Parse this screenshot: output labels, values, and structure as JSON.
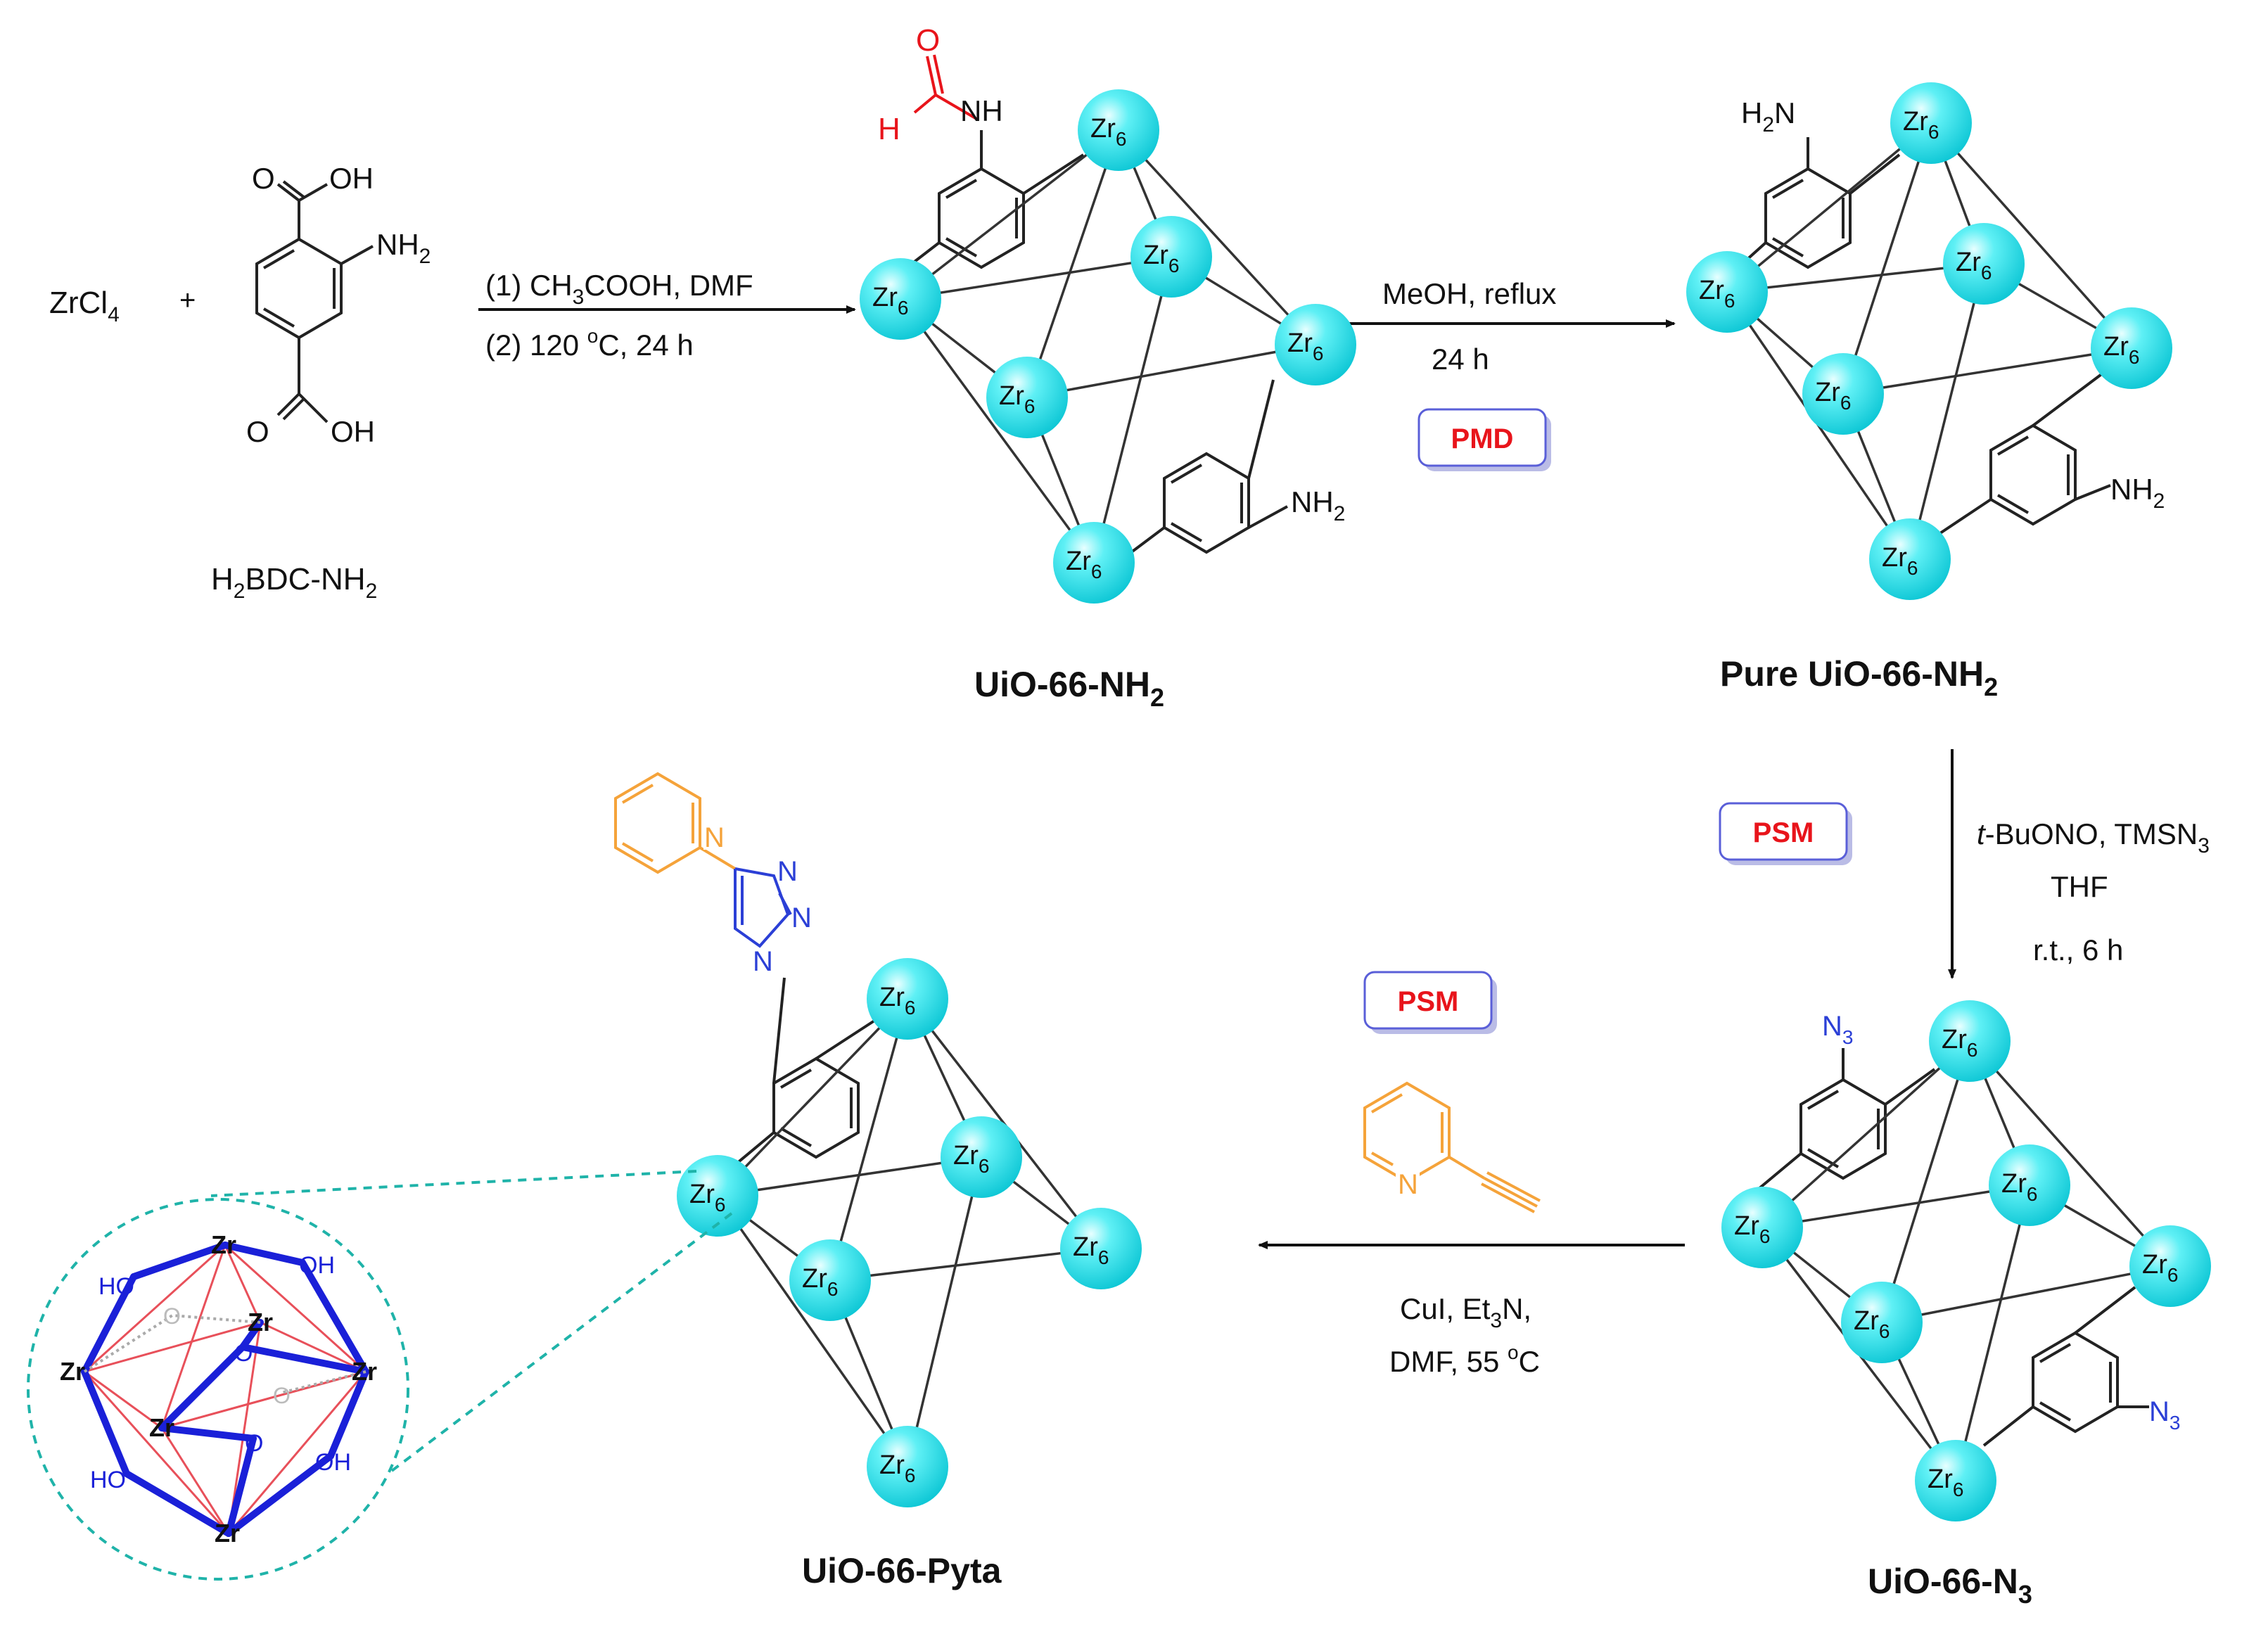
{
  "reactants": {
    "zrcl4": "ZrCl",
    "zrcl4_sub": "4",
    "plus": "+",
    "cooh_top": "O",
    "oh_top": "OH",
    "nh2": "NH",
    "nh2_sub": "2",
    "cooh_bottom": "O",
    "oh_bottom": "OH",
    "linker_name_a": "H",
    "linker_name_sub1": "2",
    "linker_name_b": "BDC-NH",
    "linker_name_sub2": "2"
  },
  "step1": {
    "line1_prefix": "(1)  CH",
    "line1_sub": "3",
    "line1_suffix": "COOH, DMF",
    "line2_prefix": "(2) 120 ",
    "line2_sup": "o",
    "line2_suffix": "C, 24 h"
  },
  "step2": {
    "line1": "MeOH, reflux",
    "line2": "24 h",
    "badge": "PMD"
  },
  "step3": {
    "badge": "PSM",
    "reagent_italic": "t",
    "reagent_rest": "-BuONO, TMSN",
    "reagent_sub": "3",
    "solvent": "THF",
    "time": "r.t., 6 h"
  },
  "step4": {
    "badge": "PSM",
    "pyridine_n": "N",
    "line1_prefix": "CuI, Et",
    "line1_sub": "3",
    "line1_suffix": "N,",
    "line2_prefix": "DMF, 55 ",
    "line2_sup": "o",
    "line2_suffix": "C"
  },
  "node": {
    "label": "Zr",
    "sub": "6"
  },
  "groups": {
    "formyl_o": "O",
    "formyl_h": "H",
    "formyl_nh": "NH",
    "amine": "NH",
    "amine_sub": "2",
    "amine_h2n_a": "H",
    "amine_h2n_sub": "2",
    "amine_h2n_b": "N",
    "azide": "N",
    "azide_sub": "3",
    "pyridine_n": "N",
    "triazole_n": "N"
  },
  "products": {
    "p1_a": "UiO-66-NH",
    "p1_sub": "2",
    "p2_a": "Pure UiO-66-NH",
    "p2_sub": "2",
    "p3_a": "UiO-66-N",
    "p3_sub": "3",
    "p4": "UiO-66-Pyta"
  },
  "cluster": {
    "zr": "Zr",
    "oh": "OH",
    "ho": "HO",
    "o": "O"
  },
  "colors": {
    "node": "#33e0ea",
    "badge_text": "#e8141b",
    "badge_border": "#5a5fd8",
    "azide": "#2b3fd6",
    "formyl": "#e8141b",
    "pyridyl": "#f5a33a",
    "cluster_blue": "#1a20d8",
    "cluster_red": "#e8505a",
    "dashed": "#1fb3a9"
  }
}
